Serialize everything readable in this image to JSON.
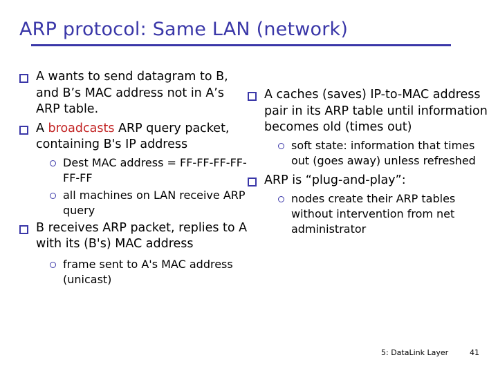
{
  "slide": {
    "title": "ARP protocol: Same LAN (network)",
    "title_color": "#3A37A8",
    "text_color": "#000000",
    "highlight_color": "#C22222",
    "background_color": "#FFFFFF"
  },
  "left_column": {
    "bullets": [
      {
        "level": 1,
        "marker": "square",
        "text": "A wants to send datagram to B, and B’s MAC address not in A’s ARP table."
      },
      {
        "level": 1,
        "marker": "square",
        "text_before": "A ",
        "text_highlight": "broadcasts",
        "text_after": " ARP query packet, containing B's IP address"
      },
      {
        "level": 2,
        "marker": "circle",
        "text": "Dest MAC address = FF-FF-FF-FF-FF-FF"
      },
      {
        "level": 2,
        "marker": "circle",
        "text": "all machines on LAN receive ARP query"
      },
      {
        "level": 1,
        "marker": "square",
        "text": "B receives ARP packet, replies to A with its (B's) MAC address"
      },
      {
        "level": 2,
        "marker": "circle",
        "text": "frame sent to A's MAC address (unicast)"
      }
    ]
  },
  "right_column": {
    "bullets": [
      {
        "level": 1,
        "marker": "square",
        "text": "A caches (saves) IP-to-MAC address pair in its ARP table until information becomes old (times out)"
      },
      {
        "level": 2,
        "marker": "circle",
        "text": "soft state: information that times out (goes away) unless refreshed"
      },
      {
        "level": 1,
        "marker": "square",
        "text": "ARP is “plug-and-play”:"
      },
      {
        "level": 2,
        "marker": "circle",
        "text": "nodes create their ARP tables without intervention from net administrator"
      }
    ]
  },
  "footer": {
    "label": "5: DataLink Layer",
    "page_number": "41"
  }
}
